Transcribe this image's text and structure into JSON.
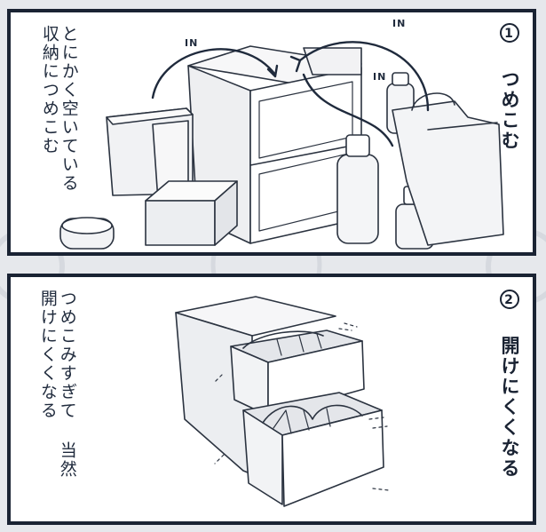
{
  "panel1": {
    "number": "1",
    "title": "つめこむ",
    "caption": [
      "とにかく空いている",
      "収納につめこむ"
    ],
    "in_labels": [
      "IN",
      "IN",
      "IN"
    ]
  },
  "panel2": {
    "number": "2",
    "title": "開けにくくなる",
    "caption": [
      "つめこみすぎて",
      "当然開けにくくなる"
    ]
  },
  "colors": {
    "border": "#1a2333",
    "ink": "#1f2a3c",
    "background": "#e6e8ec",
    "panel": "#ffffff"
  }
}
